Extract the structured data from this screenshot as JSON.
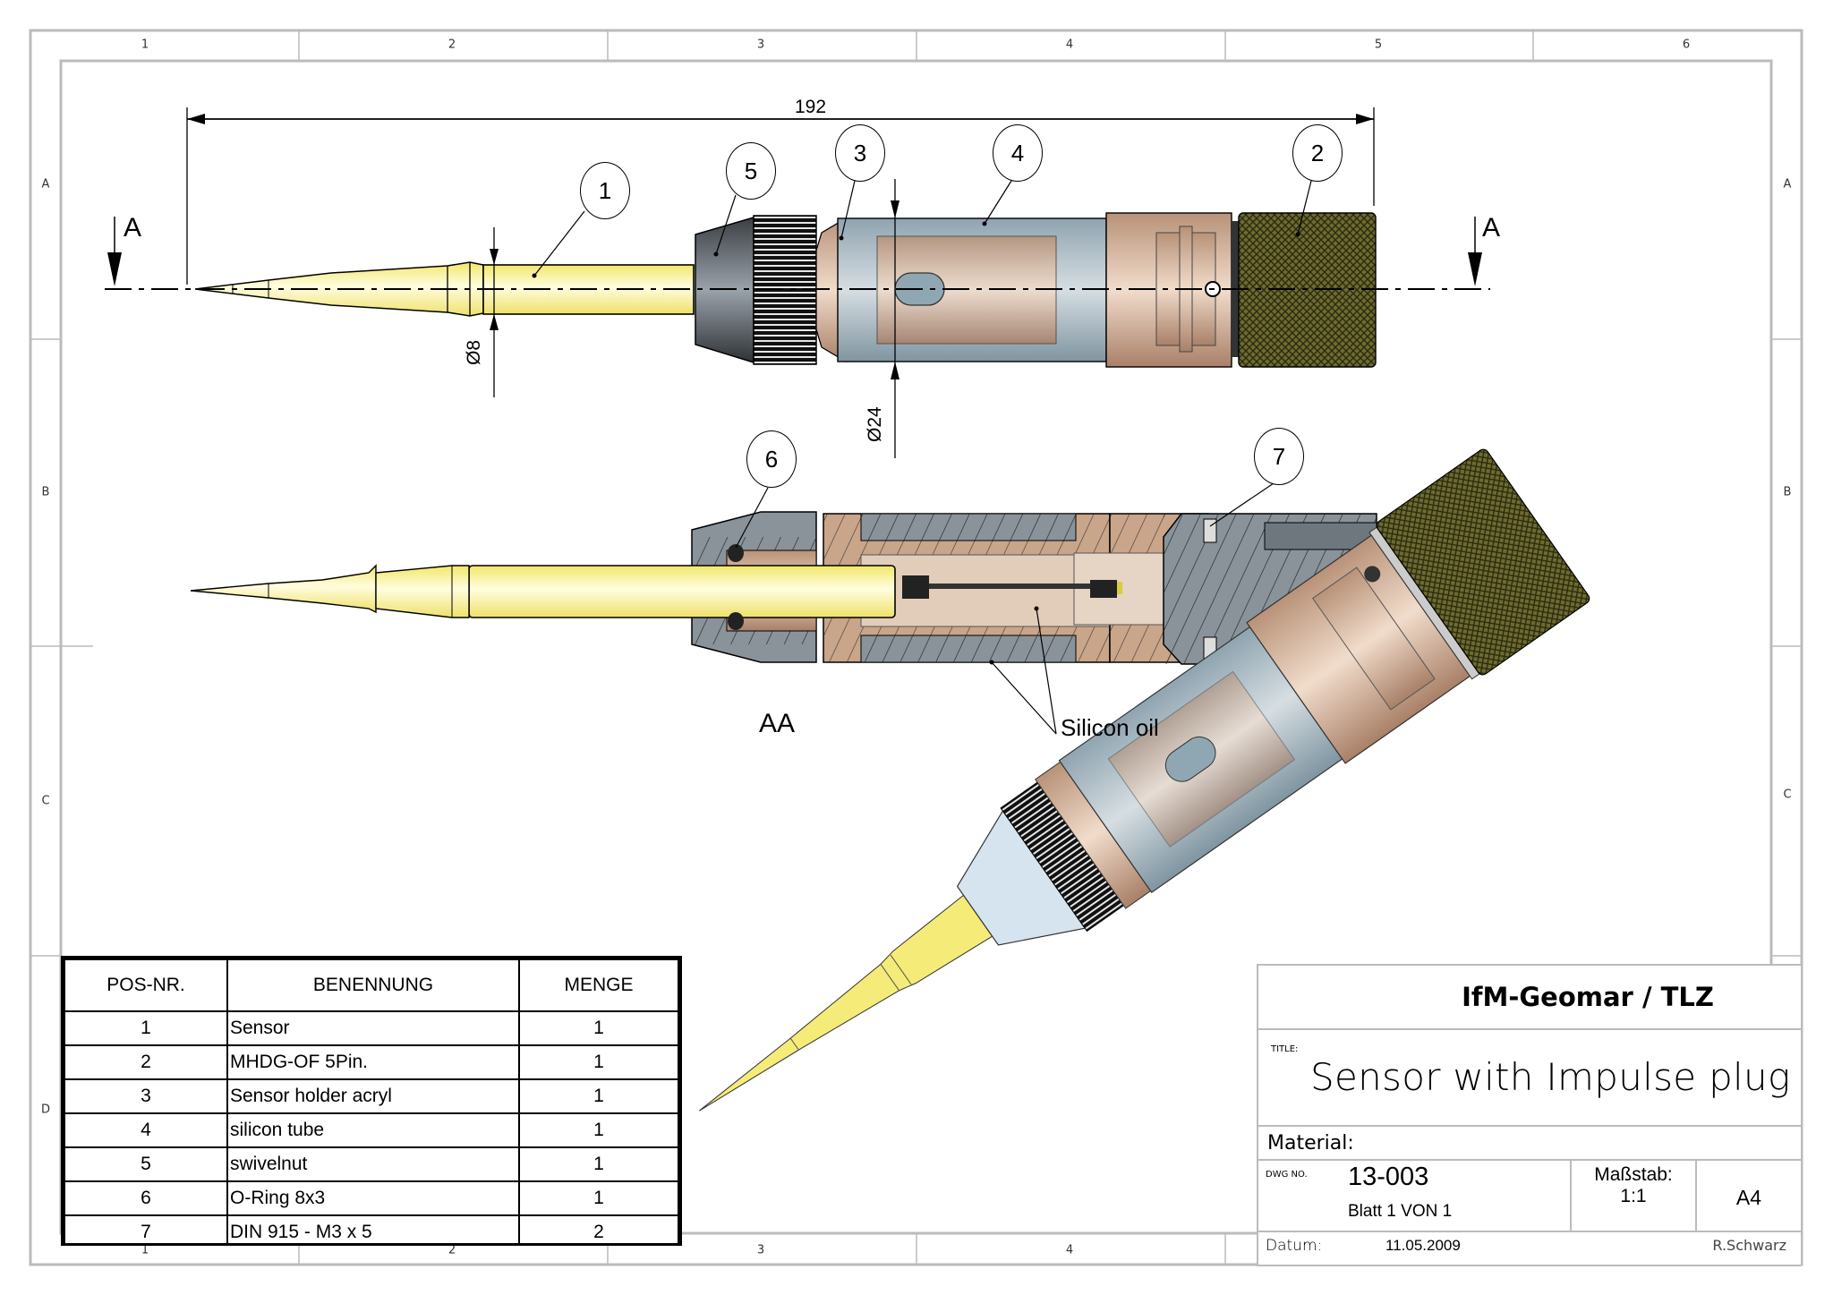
{
  "border": {
    "columns": [
      "1",
      "2",
      "3",
      "4",
      "5",
      "6"
    ],
    "rows": [
      "A",
      "B",
      "C",
      "D"
    ]
  },
  "views": {
    "top": {
      "overall_length": "192",
      "dia_sensor": "Ø8",
      "dia_body": "Ø24",
      "section_marker": "A"
    },
    "section": {
      "label": "AA",
      "note": "Silicon oil"
    },
    "balloons": [
      "1",
      "2",
      "3",
      "4",
      "5",
      "6",
      "7"
    ]
  },
  "bom": {
    "headers": [
      "POS-NR.",
      "BENENNUNG",
      "MENGE"
    ],
    "rows": [
      {
        "pos": "1",
        "name": "Sensor",
        "qty": "1"
      },
      {
        "pos": "2",
        "name": "MHDG-OF 5Pin.",
        "qty": "1"
      },
      {
        "pos": "3",
        "name": "Sensor holder acryl",
        "qty": "1"
      },
      {
        "pos": "4",
        "name": "silicon tube",
        "qty": "1"
      },
      {
        "pos": "5",
        "name": "swivelnut",
        "qty": "1"
      },
      {
        "pos": "6",
        "name": "O-Ring 8x3",
        "qty": "1"
      },
      {
        "pos": "7",
        "name": "DIN 915 - M3 x 5",
        "qty": "2"
      }
    ]
  },
  "title_block": {
    "company": "IfM-Geomar / TLZ",
    "title_label": "TITLE:",
    "title": "Sensor with Impulse plug",
    "material_label": "Material:",
    "dwg_label": "DWG NO.",
    "dwg_no": "13-003",
    "sheet": "Blatt 1 VON 1",
    "scale_label": "Maßstab:",
    "scale": "1:1",
    "size": "A4",
    "date_label": "Datum:",
    "date": "11.05.2009",
    "author": "R.Schwarz"
  },
  "colors": {
    "sensor_yellow": "#f7f08a",
    "bronze": "#c9a58a",
    "acrylic_blue": "#8fa7b3",
    "nut_dark": "#4a4f55",
    "plug_olive": "#6b6a2e",
    "section_grey": "#8a939a",
    "frame_grey": "#bbbbbb"
  }
}
